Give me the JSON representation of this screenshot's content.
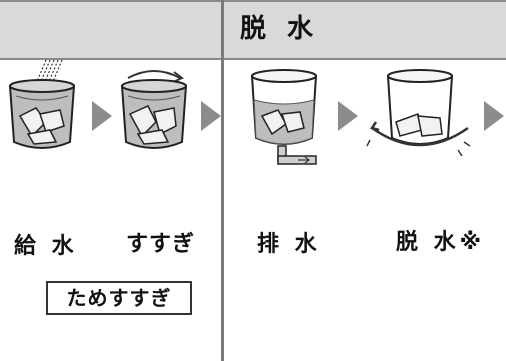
{
  "header": {
    "section_title": "脱 水"
  },
  "steps": [
    {
      "label": "給 水",
      "icon": "water-supply-tub-icon"
    },
    {
      "label": "すすぎ",
      "icon": "rinse-tub-icon"
    },
    {
      "label": "排 水",
      "icon": "drain-tub-icon"
    },
    {
      "label": "脱 水※",
      "icon": "spin-tub-icon"
    }
  ],
  "boxed_note": {
    "label": "ためすすぎ"
  },
  "colors": {
    "header_band": "#d9d9d9",
    "divider": "#7a7a7a",
    "arrow": "#8c8c8c",
    "water": "#bdbdbd"
  }
}
